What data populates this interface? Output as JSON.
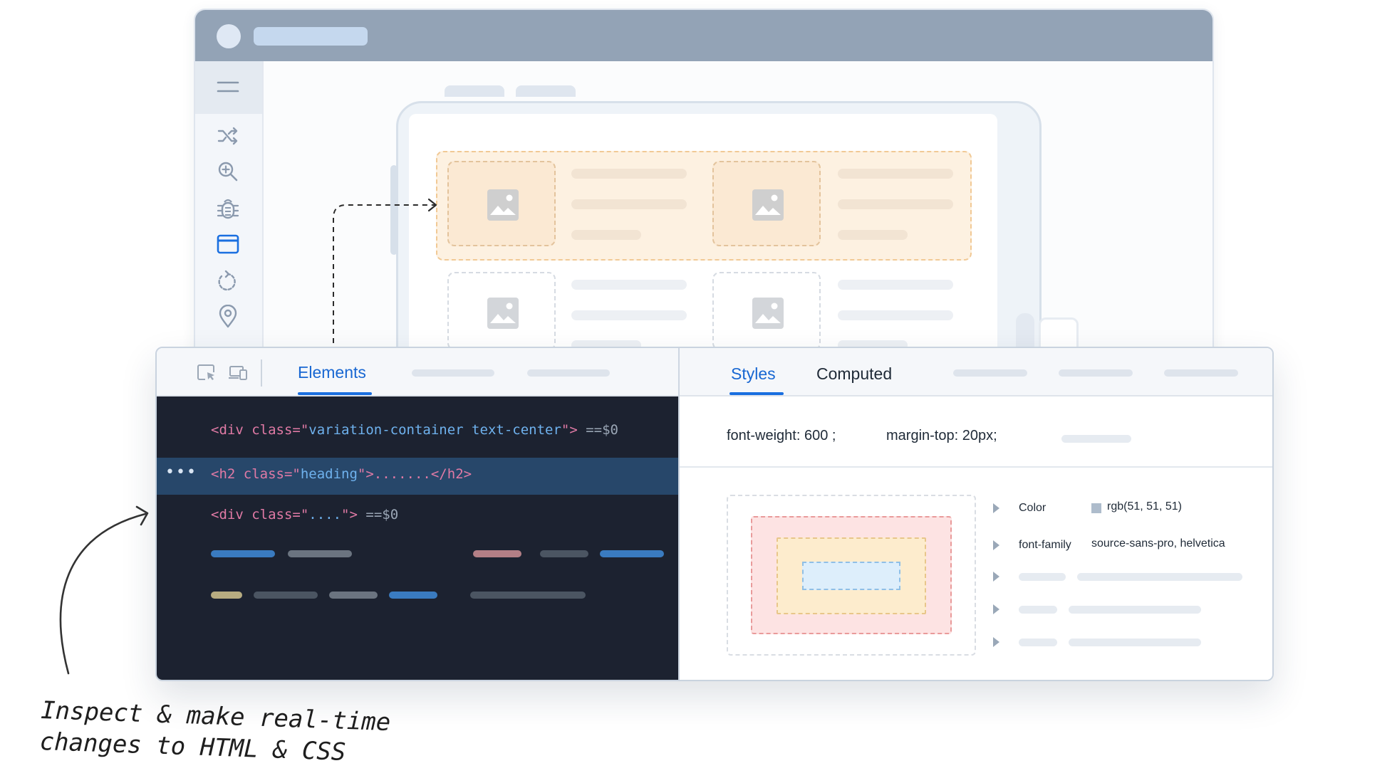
{
  "devtools": {
    "tabs": {
      "elements": "Elements"
    },
    "code_lines": {
      "line1": {
        "open": "<div class=\"",
        "value": "variation-container text-center",
        "close": "\">",
        "marker": "==$0"
      },
      "line2": {
        "dots": "•••",
        "open": "<h2 class=\"",
        "value": "heading",
        "close": "\">.......</h2>"
      },
      "line3": {
        "open": "<div class=\"",
        "value": "....",
        "close": "\">",
        "marker": "==$0"
      }
    },
    "styles": {
      "tabs": {
        "styles": "Styles",
        "computed": "Computed"
      },
      "declarations": [
        "font-weight: 600 ;",
        "margin-top: 20px;"
      ],
      "computed_props": [
        {
          "name": "Color",
          "value": "rgb(51, 51, 51)"
        },
        {
          "name": "font-family",
          "value": "source-sans-pro, helvetica"
        }
      ]
    }
  },
  "caption": {
    "line1": "Inspect & make real-time",
    "line2": "changes to HTML & CSS"
  },
  "colors": {
    "accent": "#1a6fe0",
    "code_background": "#1c2230",
    "selected_row": "#27476a",
    "highlight_fill": "#fdf1e1",
    "swatch": "#aebccc"
  },
  "icons": {
    "sidebar": [
      "menu-icon",
      "shuffle-icon",
      "zoom-in-icon",
      "bug-icon",
      "window-icon",
      "rotate-icon",
      "location-pin-icon"
    ],
    "toolbar": [
      "inspect-element-icon",
      "device-toggle-icon"
    ]
  }
}
